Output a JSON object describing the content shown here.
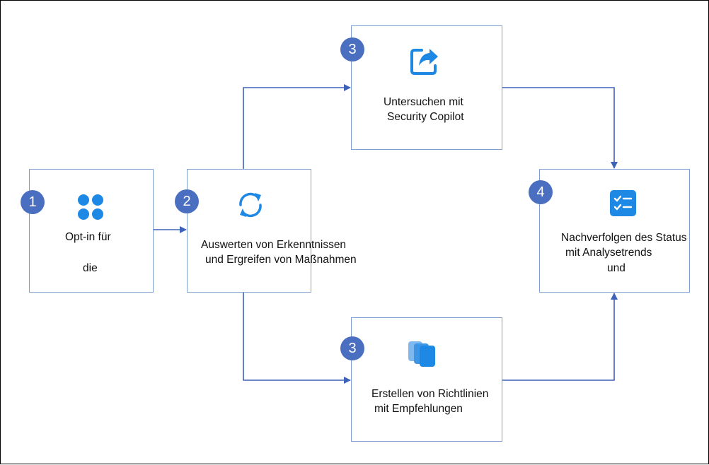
{
  "steps": [
    {
      "number": "1",
      "lines": [
        "Opt-in für",
        "die"
      ],
      "icon": "apps-grid-icon"
    },
    {
      "number": "2",
      "lines": [
        "Auswerten von Erkenntnissen",
        "und Ergreifen von Maßnahmen"
      ],
      "icon": "refresh-cycle-icon"
    },
    {
      "number": "3",
      "lines": [
        "Untersuchen mit",
        "Security Copilot"
      ],
      "icon": "share-forward-icon"
    },
    {
      "number": "3",
      "lines": [
        "Erstellen von Richtlinien",
        "mit Empfehlungen"
      ],
      "icon": "stacked-layers-icon"
    },
    {
      "number": "4",
      "lines": [
        "Nachverfolgen des Status",
        "mit Analysetrends",
        "und"
      ],
      "icon": "checklist-icon"
    }
  ],
  "colors": {
    "badge": "#4a6fc1",
    "icon": "#1e88e5",
    "arrow": "#3d62b8",
    "box_border": "#7f9fd3"
  }
}
